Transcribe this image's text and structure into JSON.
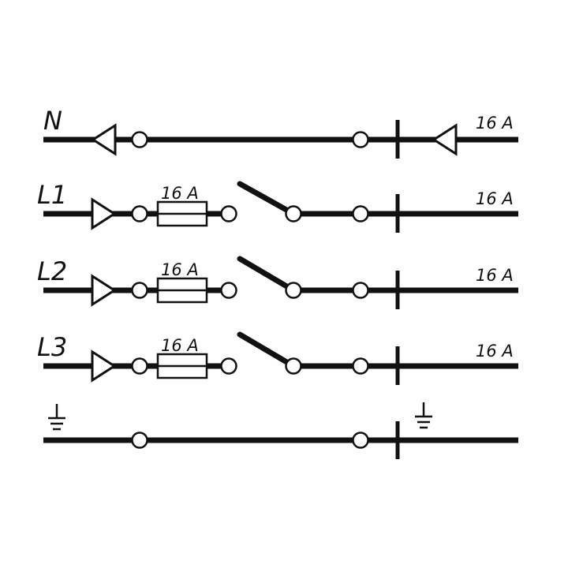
{
  "lines": {
    "n": {
      "label": "N",
      "rating": "16 A"
    },
    "l1": {
      "label": "L1",
      "rating": "16 A",
      "fuse_rating": "16 A"
    },
    "l2": {
      "label": "L2",
      "rating": "16 A",
      "fuse_rating": "16 A"
    },
    "l3": {
      "label": "L3",
      "rating": "16 A",
      "fuse_rating": "16 A"
    },
    "pe": {}
  },
  "icons": {
    "ground": "earth-ground-icon",
    "arrow": "triangle-arrow-icon",
    "fuse": "fuse-icon",
    "switch": "switch-blade-icon"
  }
}
